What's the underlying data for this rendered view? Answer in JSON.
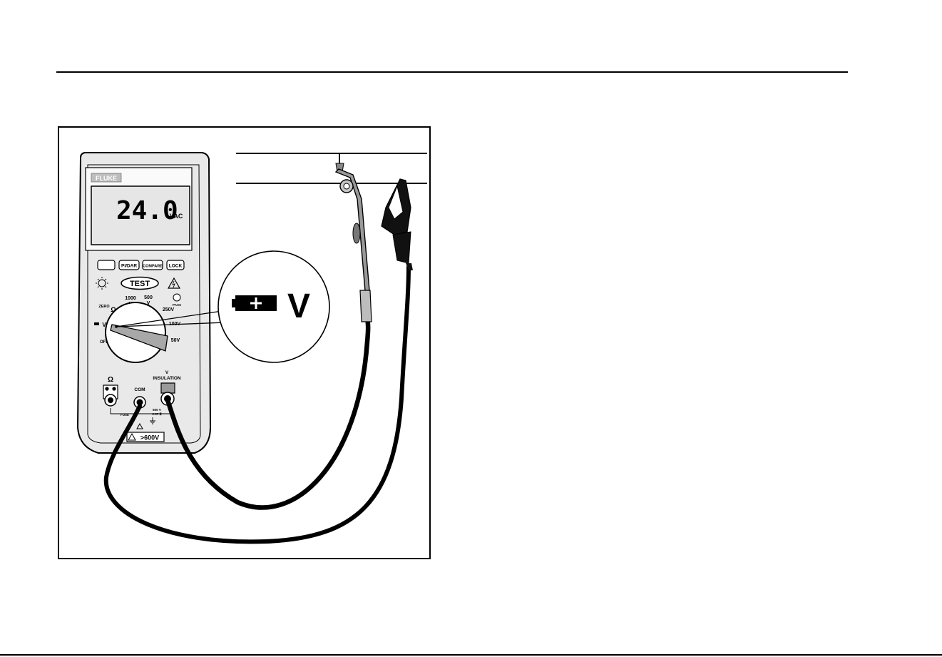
{
  "figure": {
    "brand": "FLUKE",
    "display": {
      "reading": "24.0",
      "unit": "VAC"
    },
    "buttons": [
      "",
      "PI/DAR",
      "COMPARE",
      "LOCK"
    ],
    "test_button": "TEST",
    "pass_label": "PASS",
    "dial": {
      "labels": {
        "zero": "ZERO",
        "ohm": "Ω",
        "v1000_top": "1000",
        "v1000_unit": "V",
        "v500_top": "500",
        "v500_unit": "V",
        "v250": "250V",
        "v100": "100V",
        "v50": "50V",
        "off": "OFF",
        "batt_v": "V"
      }
    },
    "jacks": {
      "ohm": "Ω",
      "com": "COM",
      "insulation_v": "V",
      "insulation": "INSULATION",
      "rating_v": "600 V",
      "rating_cat": "CAT Ⅲ",
      "fuse": "FUSE"
    },
    "warning_label": ">600V",
    "callout": {
      "letter": "V"
    }
  }
}
